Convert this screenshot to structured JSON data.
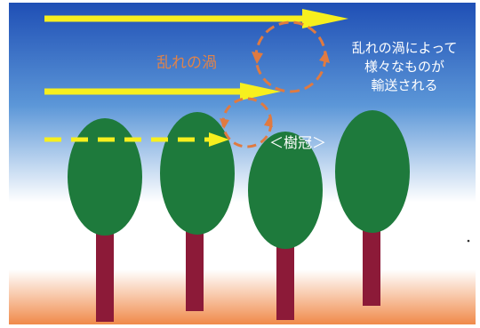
{
  "labels": {
    "eddy": "乱れの渦",
    "crown": "＜樹冠＞",
    "transport": [
      "乱れの渦によって",
      "様々なものが",
      "輸送される"
    ]
  },
  "colors": {
    "sky_top": "#1f4fb5",
    "sky_bottom": "#ffffff",
    "ground": "#f08a4a",
    "arrow": "#f7ef1e",
    "eddy": "#e07a40",
    "crown": "#1e7a3c",
    "trunk": "#8c1a38"
  },
  "wind_arrows": [
    {
      "style": "solid"
    },
    {
      "style": "solid"
    },
    {
      "style": "dashed"
    }
  ],
  "trees": [
    {},
    {},
    {},
    {}
  ],
  "eddies": [
    {},
    {}
  ]
}
